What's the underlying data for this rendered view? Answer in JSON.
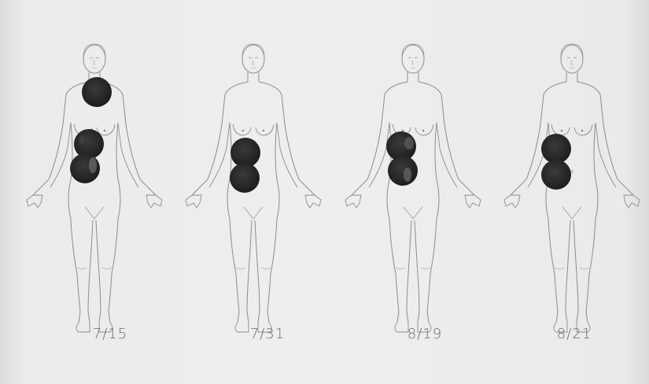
{
  "panels": [
    {
      "date": "7/15",
      "lesions": [
        "neck",
        "chest",
        "abdomen"
      ]
    },
    {
      "date": "7/31",
      "lesions": [
        "chest",
        "abdomen"
      ]
    },
    {
      "date": "8/19",
      "lesions": [
        "chest",
        "abdomen"
      ]
    },
    {
      "date": "8/21",
      "lesions": [
        "chest",
        "abdomen"
      ]
    }
  ],
  "colors": {
    "background": "#eeeeec",
    "outline": "#8a8a88",
    "lesion": "#2b2b2d"
  }
}
